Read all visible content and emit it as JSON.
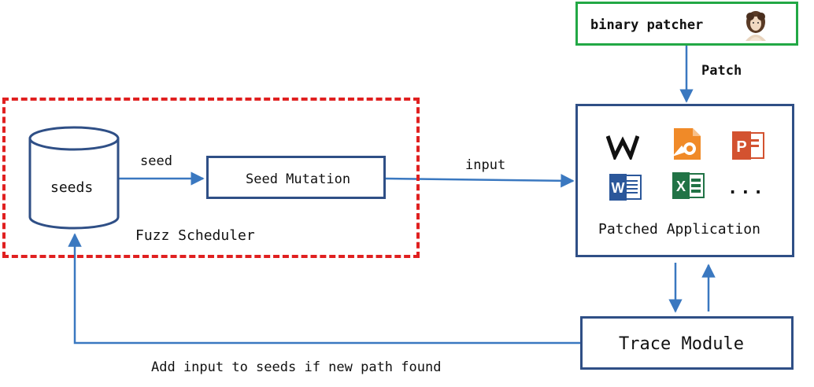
{
  "scheduler": {
    "label": "Fuzz Scheduler"
  },
  "seeds": {
    "label": "seeds"
  },
  "mutation": {
    "label": "Seed Mutation"
  },
  "patcher": {
    "label": "binary patcher"
  },
  "app": {
    "label": "Patched Application",
    "more": "..."
  },
  "trace": {
    "label": "Trace Module"
  },
  "edges": {
    "seed": "seed",
    "input": "input",
    "patch": "Patch",
    "feedback": "Add input to seeds if new path found"
  },
  "colors": {
    "arrow": "#3a78c0",
    "box_border": "#2f4f86",
    "scheduler_border": "#e02020",
    "patcher_border": "#22a845"
  },
  "icons": [
    "wps-icon",
    "image-file-icon",
    "powerpoint-icon",
    "word-icon",
    "excel-icon"
  ]
}
